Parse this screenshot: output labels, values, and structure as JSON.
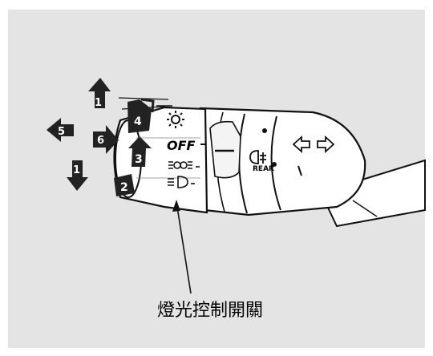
{
  "labels": {
    "off": "OFF",
    "rear": "REAR",
    "caption": "燈光控制開關"
  },
  "callouts": [
    "1",
    "5",
    "6",
    "1",
    "4",
    "3",
    "2"
  ],
  "colors": {
    "background": "#e4e4e4",
    "stalk_fill": "#ffffff",
    "outline": "#111111",
    "badge_fill": "#222222",
    "badge_text": "#ffffff"
  }
}
